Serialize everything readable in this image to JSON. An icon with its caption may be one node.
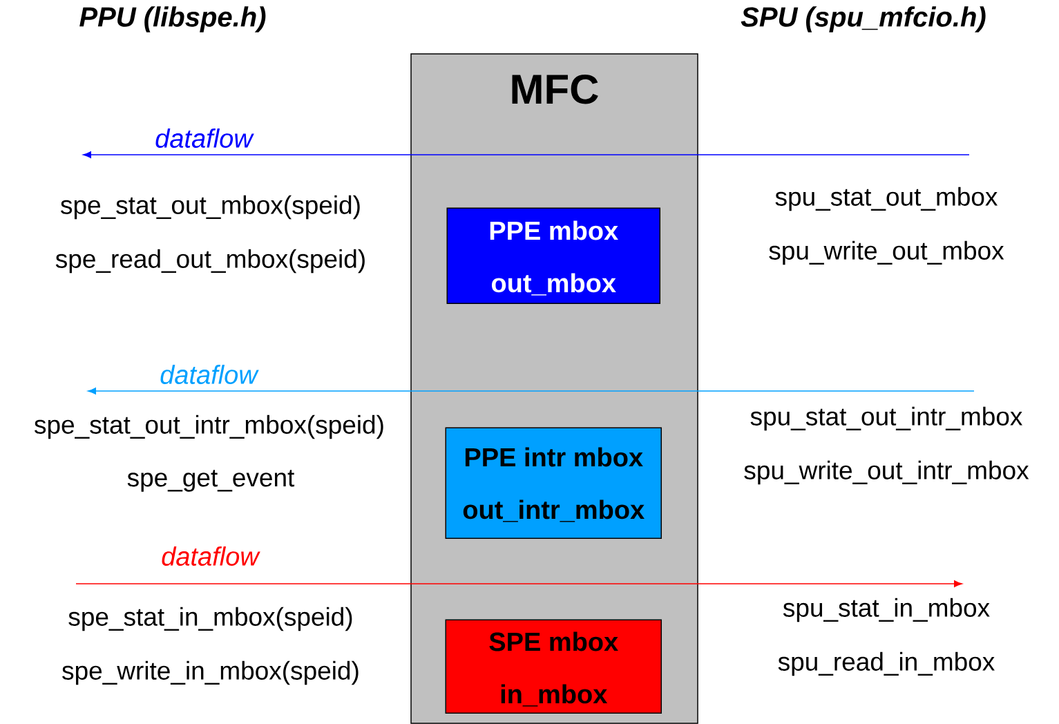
{
  "diagram": {
    "nodes": [
      {
        "text": [
          "MFC"
        ]
      },
      {
        "text": [
          "PPE mbox",
          "out_mbox"
        ],
        "in": 0
      },
      {
        "text": [
          "PPE intr mbox",
          "out_intr_mbox"
        ],
        "in": 0
      },
      {
        "text": [
          "SPE mbox",
          "in_mbox"
        ],
        "in": 0
      }
    ],
    "labels": [
      "PPU (libspe.h)",
      "SPU (spu_mfcio.h)",
      "dataflow",
      "spe_stat_out_mbox(speid)",
      "spu_stat_out_mbox",
      "spe_read_out_mbox(speid)",
      "spu_write_out_mbox",
      "dataflow",
      "spe_stat_out_intr_mbox(speid)",
      "spu_stat_out_intr_mbox",
      "spe_get_event",
      "spu_write_out_intr_mbox",
      "dataflow",
      "spe_stat_in_mbox(speid)",
      "spu_stat_in_mbox",
      "spe_write_in_mbox(speid)",
      "spu_read_in_mbox"
    ]
  }
}
